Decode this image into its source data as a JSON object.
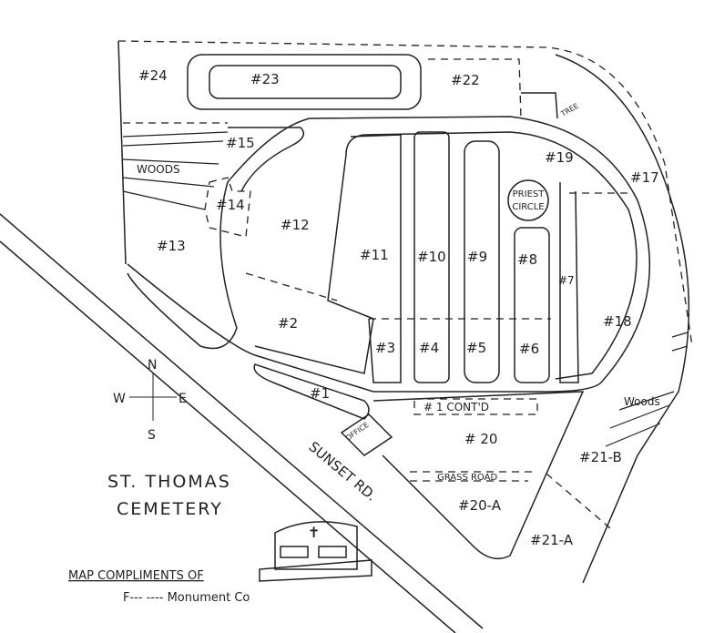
{
  "map": {
    "title_line1": "ST. THOMAS",
    "title_line2": "CEMETERY",
    "road": "SUNSET RD.",
    "credit_line1": "MAP COMPLIMENTS OF",
    "credit_line2": "F--- ---- Monument Co",
    "compass": {
      "n": "N",
      "s": "S",
      "e": "E",
      "w": "W"
    },
    "features": {
      "woods_left": "WOODS",
      "woods_right": "Woods",
      "priest_circle_1": "PRIEST",
      "priest_circle_2": "CIRCLE",
      "office": "OFFICE",
      "grass_road": "GRASS ROAD",
      "tree": "TREE",
      "cont": "# 1  CONT'D"
    },
    "sections": {
      "s1": "#1",
      "s2": "#2",
      "s3": "#3",
      "s4": "#4",
      "s5": "#5",
      "s6": "#6",
      "s7": "#7",
      "s8": "#8",
      "s9": "#9",
      "s10": "#10",
      "s11": "#11",
      "s12": "#12",
      "s13": "#13",
      "s14": "#14",
      "s15": "#15",
      "s17": "#17",
      "s18": "#18",
      "s19": "#19",
      "s20": "# 20",
      "s20a": "#20-A",
      "s21a": "#21-A",
      "s21b": "#21-B",
      "s22": "#22",
      "s23": "#23",
      "s24": "#24"
    }
  }
}
